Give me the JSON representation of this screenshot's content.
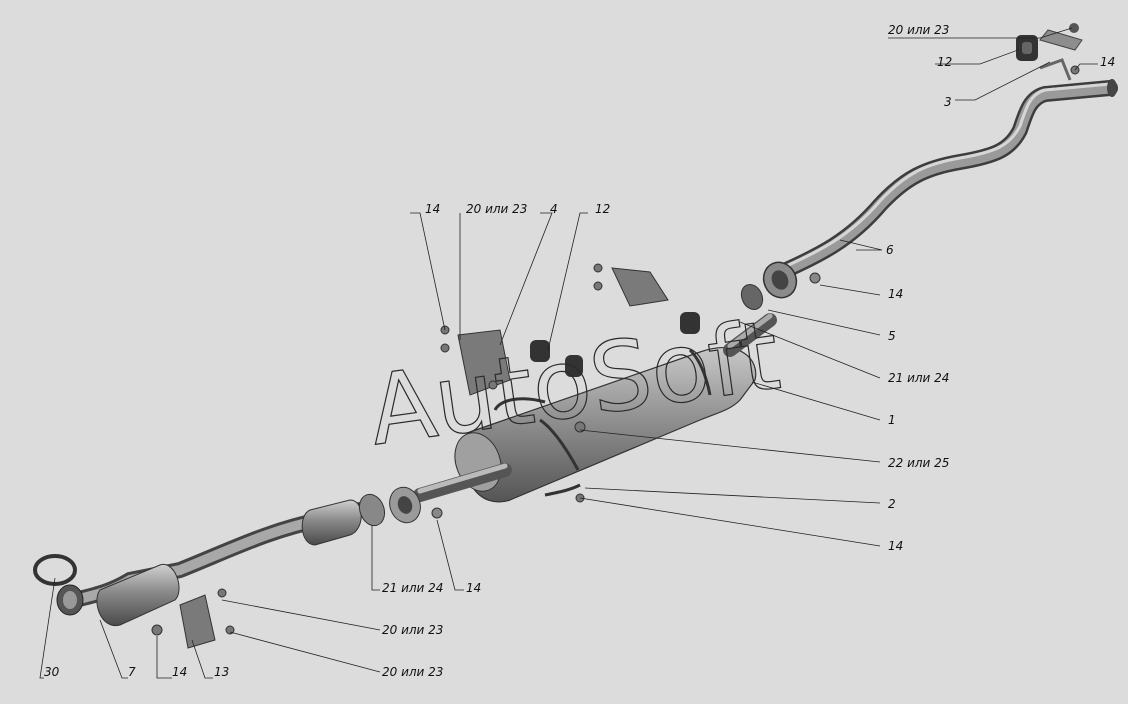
{
  "watermark": "AutoSoft",
  "callouts": [
    {
      "id": "c-20-23-top",
      "text": "20 или 23"
    },
    {
      "id": "c-12-top",
      "text": "12"
    },
    {
      "id": "c-3",
      "text": "3"
    },
    {
      "id": "c-14-top",
      "text": "14"
    },
    {
      "id": "c-14-left",
      "text": "14"
    },
    {
      "id": "c-20-23-mid",
      "text": "20 или 23"
    },
    {
      "id": "c-4",
      "text": "4"
    },
    {
      "id": "c-12-mid",
      "text": "12"
    },
    {
      "id": "c-6",
      "text": "6"
    },
    {
      "id": "c-14-right",
      "text": "14"
    },
    {
      "id": "c-5",
      "text": "5"
    },
    {
      "id": "c-21-24-right",
      "text": "21 или 24"
    },
    {
      "id": "c-1",
      "text": "1"
    },
    {
      "id": "c-22-25",
      "text": "22 или 25"
    },
    {
      "id": "c-2",
      "text": "2"
    },
    {
      "id": "c-14-bottom",
      "text": "14"
    },
    {
      "id": "c-21-24-bottom",
      "text": "21 или 24"
    },
    {
      "id": "c-14-mid",
      "text": "14"
    },
    {
      "id": "c-20-23-low1",
      "text": "20 или 23"
    },
    {
      "id": "c-20-23-low2",
      "text": "20 или 23"
    },
    {
      "id": "c-30",
      "text": "30"
    },
    {
      "id": "c-7",
      "text": "7"
    },
    {
      "id": "c-14-low",
      "text": "14"
    },
    {
      "id": "c-13",
      "text": "13"
    }
  ]
}
